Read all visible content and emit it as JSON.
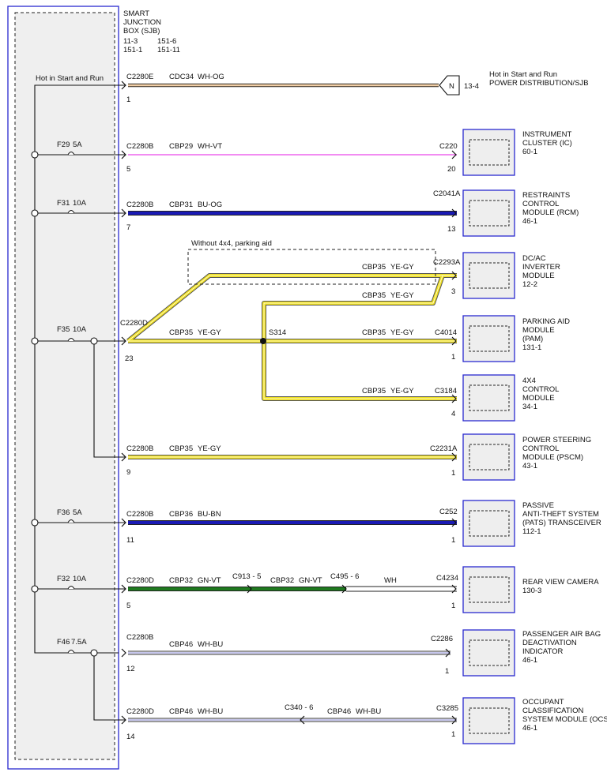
{
  "sjb": {
    "title": [
      "SMART",
      "JUNCTION",
      "BOX (SJB)"
    ],
    "refs": [
      "11-3",
      "151-6",
      "151-1",
      "151-11"
    ],
    "hot_label": "Hot in Start and Run"
  },
  "circuits": {
    "c1": {
      "connector": "C2280E",
      "pin": "1",
      "circuit": "CDC34",
      "color": "WH-OG"
    },
    "c2": {
      "fuse": "F29",
      "amp": "5A",
      "connector": "C2280B",
      "pin": "5",
      "circuit": "CBP29",
      "color": "WH-VT",
      "dest_connector": "C220",
      "dest_pin": "20"
    },
    "c3": {
      "fuse": "F31",
      "amp": "10A",
      "connector": "C2280B",
      "pin": "7",
      "circuit": "CBP31",
      "color": "BU-OG",
      "dest_connector": "C2041A",
      "dest_pin": "13"
    },
    "c4": {
      "fuse": "F35",
      "amp": "10A",
      "connector": "C2280D",
      "pin": "23",
      "circuit": "CBP35",
      "color": "YE-GY",
      "splice": "S314",
      "option_label": "Without 4x4, parking aid",
      "b1_circuit": "CBP35",
      "b1_color": "YE-GY",
      "b1_connector": "C2293A",
      "b1_pin": "3",
      "b2_circuit": "CBP35",
      "b2_color": "YE-GY",
      "b3_circuit": "CBP35",
      "b3_color": "YE-GY",
      "b3_connector": "C4014",
      "b3_pin": "1",
      "b4_circuit": "CBP35",
      "b4_color": "YE-GY",
      "b4_connector": "C3184",
      "b4_pin": "4"
    },
    "c5": {
      "connector": "C2280B",
      "pin": "9",
      "circuit": "CBP35",
      "color": "YE-GY",
      "dest_connector": "C2231A",
      "dest_pin": "1"
    },
    "c6": {
      "fuse": "F36",
      "amp": "5A",
      "connector": "C2280B",
      "pin": "11",
      "circuit": "CBP36",
      "color": "BU-BN",
      "dest_connector": "C252",
      "dest_pin": "1"
    },
    "c7": {
      "fuse": "F32",
      "amp": "10A",
      "connector": "C2280D",
      "pin": "5",
      "circuit": "CBP32",
      "color": "GN-VT",
      "inline1": "C913 - 5",
      "circuit2": "CBP32",
      "color2": "GN-VT",
      "inline2": "C495 - 6",
      "color3": "WH",
      "dest_connector": "C4234",
      "dest_pin": "1"
    },
    "c8": {
      "fuse": "F46",
      "amp": "7.5A",
      "connector": "C2280B",
      "pin": "12",
      "circuit": "CBP46",
      "color": "WH-BU",
      "dest_connector": "C2286",
      "dest_pin": "1"
    },
    "c9": {
      "connector": "C2280D",
      "pin": "14",
      "circuit": "CBP46",
      "color": "WH-BU",
      "inline": "C340 - 6",
      "circuit2": "CBP46",
      "color2": "WH-BU",
      "dest_connector": "C3285",
      "dest_pin": "1"
    }
  },
  "power_ref": {
    "letter": "N",
    "ref": "13-4",
    "lines": [
      "Hot in Start and Run",
      "POWER DISTRIBUTION/SJB"
    ]
  },
  "modules": {
    "ic": {
      "lines": [
        "INSTRUMENT",
        "CLUSTER (IC)",
        "60-1"
      ]
    },
    "rcm": {
      "lines": [
        "RESTRAINTS",
        "CONTROL",
        "MODULE (RCM)",
        "46-1"
      ]
    },
    "dcac": {
      "lines": [
        "DC/AC",
        "INVERTER",
        "MODULE",
        "12-2"
      ]
    },
    "pam": {
      "lines": [
        "PARKING AID",
        "MODULE",
        "(PAM)",
        "131-1"
      ]
    },
    "x4": {
      "lines": [
        "4X4",
        "CONTROL",
        "MODULE",
        "34-1"
      ]
    },
    "pscm": {
      "lines": [
        "POWER STEERING",
        "CONTROL",
        "MODULE (PSCM)",
        "43-1"
      ]
    },
    "pats": {
      "lines": [
        "PASSIVE",
        "ANTI-THEFT SYSTEM",
        "(PATS) TRANSCEIVER",
        "112-1"
      ]
    },
    "rvc": {
      "lines": [
        "REAR VIEW CAMERA",
        "130-3"
      ]
    },
    "pad": {
      "lines": [
        "PASSENGER AIR BAG",
        "DEACTIVATION",
        "INDICATOR",
        "46-1"
      ]
    },
    "ocsm": {
      "lines": [
        "OCCUPANT",
        "CLASSIFICATION",
        "SYSTEM MODULE (OCSM)",
        "46-1"
      ]
    }
  },
  "colors": {
    "wh_og": "#e8b070",
    "wh_vt": "#ee66ee",
    "bu_og": "#1a1ab4",
    "ye_gy": "#f0e020",
    "bu_bn": "#1a1ab4",
    "gn_vt": "#1f7a1f",
    "wh_bu": "#8e8ed8",
    "sjb_border": "#2a2ad0",
    "module_border": "#2a2ad0",
    "module_fill": "#eeeeee"
  }
}
